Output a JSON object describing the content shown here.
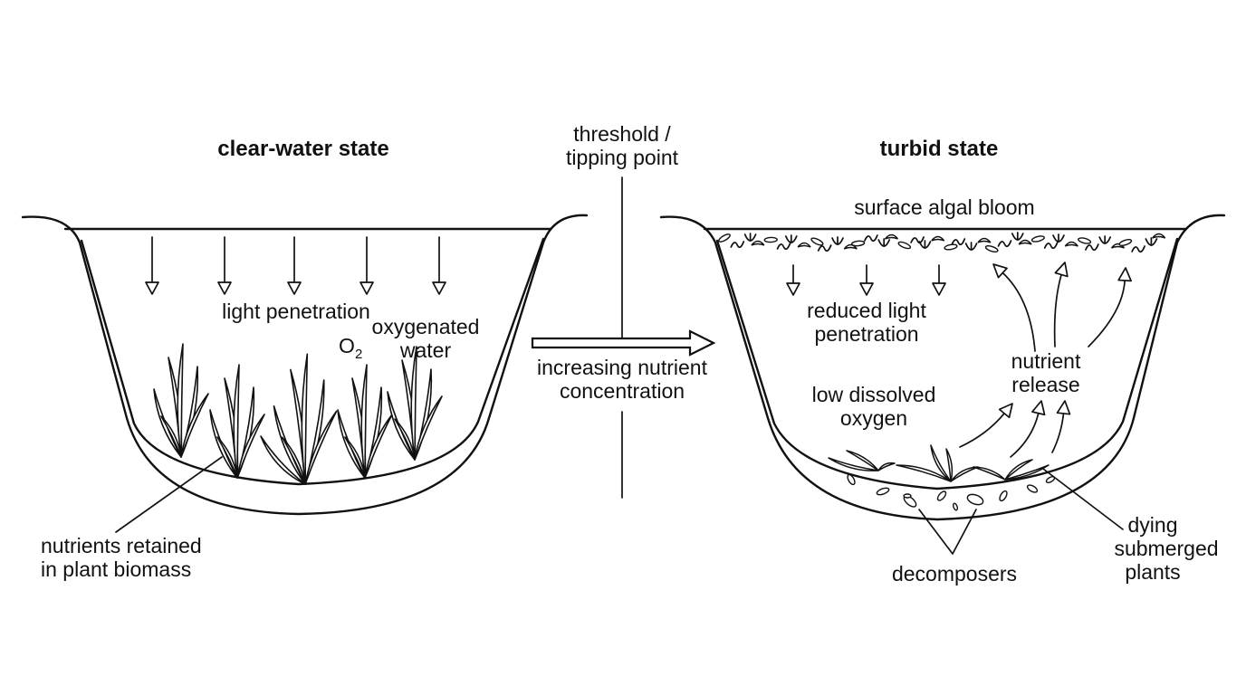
{
  "left_panel": {
    "title": "clear-water state",
    "label_light": "light penetration",
    "label_o2_main": "O",
    "label_o2_sub": "2",
    "label_oxygenated_1": "oxygenated",
    "label_oxygenated_2": "water",
    "label_nutrients_1": "nutrients retained",
    "label_nutrients_2": "in plant biomass"
  },
  "center": {
    "threshold_1": "threshold /",
    "threshold_2": "tipping point",
    "increasing_1": "increasing nutrient",
    "increasing_2": "concentration"
  },
  "right_panel": {
    "title": "turbid state",
    "label_bloom": "surface algal bloom",
    "label_reduced_1": "reduced light",
    "label_reduced_2": "penetration",
    "label_low_o2_1": "low dissolved",
    "label_low_o2_2": "oxygen",
    "label_nutrient_release_1": "nutrient",
    "label_nutrient_release_2": "release",
    "label_decomposers": "decomposers",
    "label_dying_1": "dying",
    "label_dying_2": "submerged",
    "label_dying_3": "plants"
  }
}
